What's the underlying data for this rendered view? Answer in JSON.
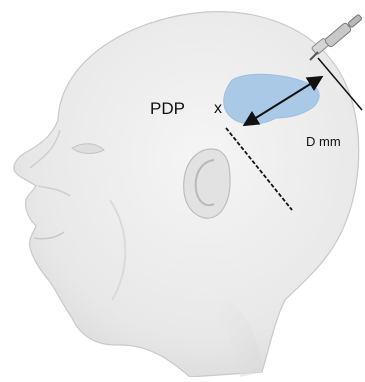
{
  "diagram": {
    "labels": {
      "target": "PDP",
      "target_marker": "x",
      "distance": "D mm"
    },
    "icons": {
      "head": "human-head-icon",
      "needle": "biopsy-needle-icon"
    },
    "colors": {
      "region": "#a9c9e6",
      "skin": "#eeeeee",
      "skin_outline": "#c9c9c9",
      "line": "#111111"
    }
  }
}
